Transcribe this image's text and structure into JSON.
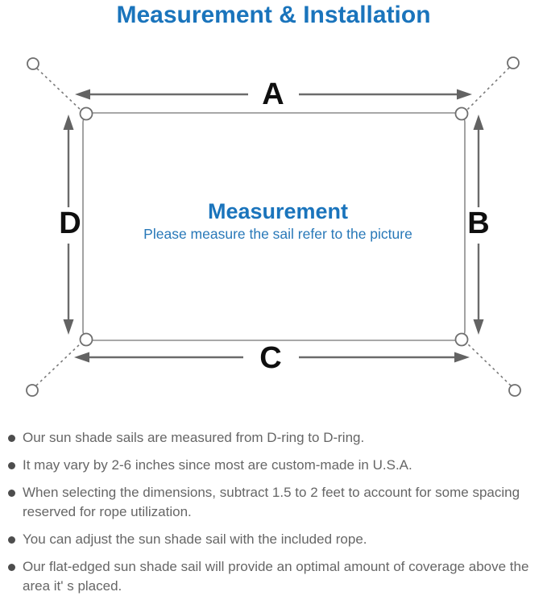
{
  "colors": {
    "accent_blue": "#1a74bc",
    "note_text_gray": "#666666",
    "bullet_dot_gray": "#4d4d4d",
    "diagram_line_gray": "#6e6e6e",
    "dimension_label_black": "#0f0f0f"
  },
  "header": {
    "title": "Measurement & Installation"
  },
  "diagram": {
    "dimension_labels": {
      "top": "A",
      "right": "B",
      "bottom": "C",
      "left": "D"
    },
    "center": {
      "heading": "Measurement",
      "subheading": "Please measure the sail refer to the picture"
    }
  },
  "notes": {
    "items": [
      "Our sun shade sails are measured from D-ring to D-ring.",
      "It may vary by 2-6 inches since most are custom-made in U.S.A.",
      "When selecting the dimensions, subtract 1.5 to 2 feet to account for some spacing reserved for rope utilization.",
      "You can adjust the sun shade sail with the included rope.",
      "Our flat-edged sun shade sail will provide an optimal amount of coverage above the area it' s placed."
    ]
  }
}
